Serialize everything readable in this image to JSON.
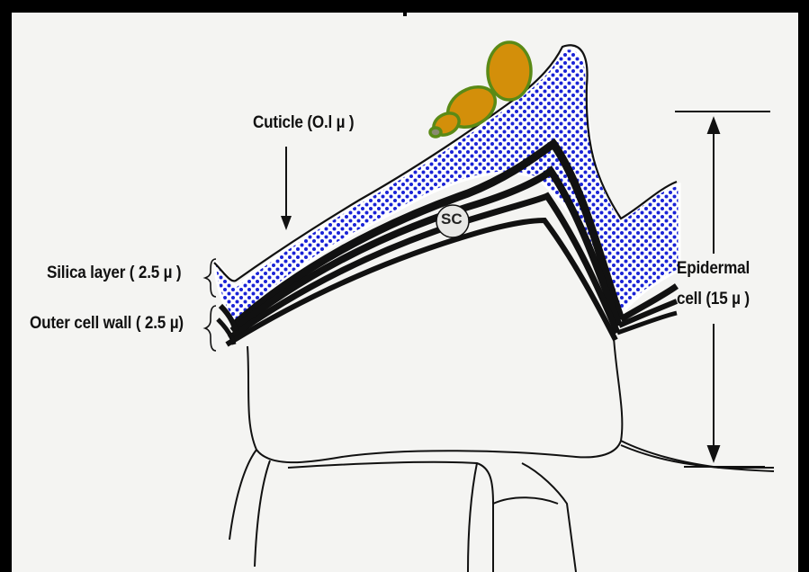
{
  "labels": {
    "cuticle": "Cuticle (O.l µ )",
    "silica_layer": "Silica layer ( 2.5 µ )",
    "outer_cell_wall": "Outer cell wall ( 2.5 µ)",
    "epidermal_line1": "Epidermal",
    "epidermal_line2": "cell (15 µ )",
    "sc": "SC"
  },
  "colors": {
    "frame": "#000000",
    "background": "#f6f6f4",
    "silica_dots": "#1a23d6",
    "spore_fill": "#d38f0a",
    "spore_outline": "#5a8a16",
    "line": "#111111"
  }
}
